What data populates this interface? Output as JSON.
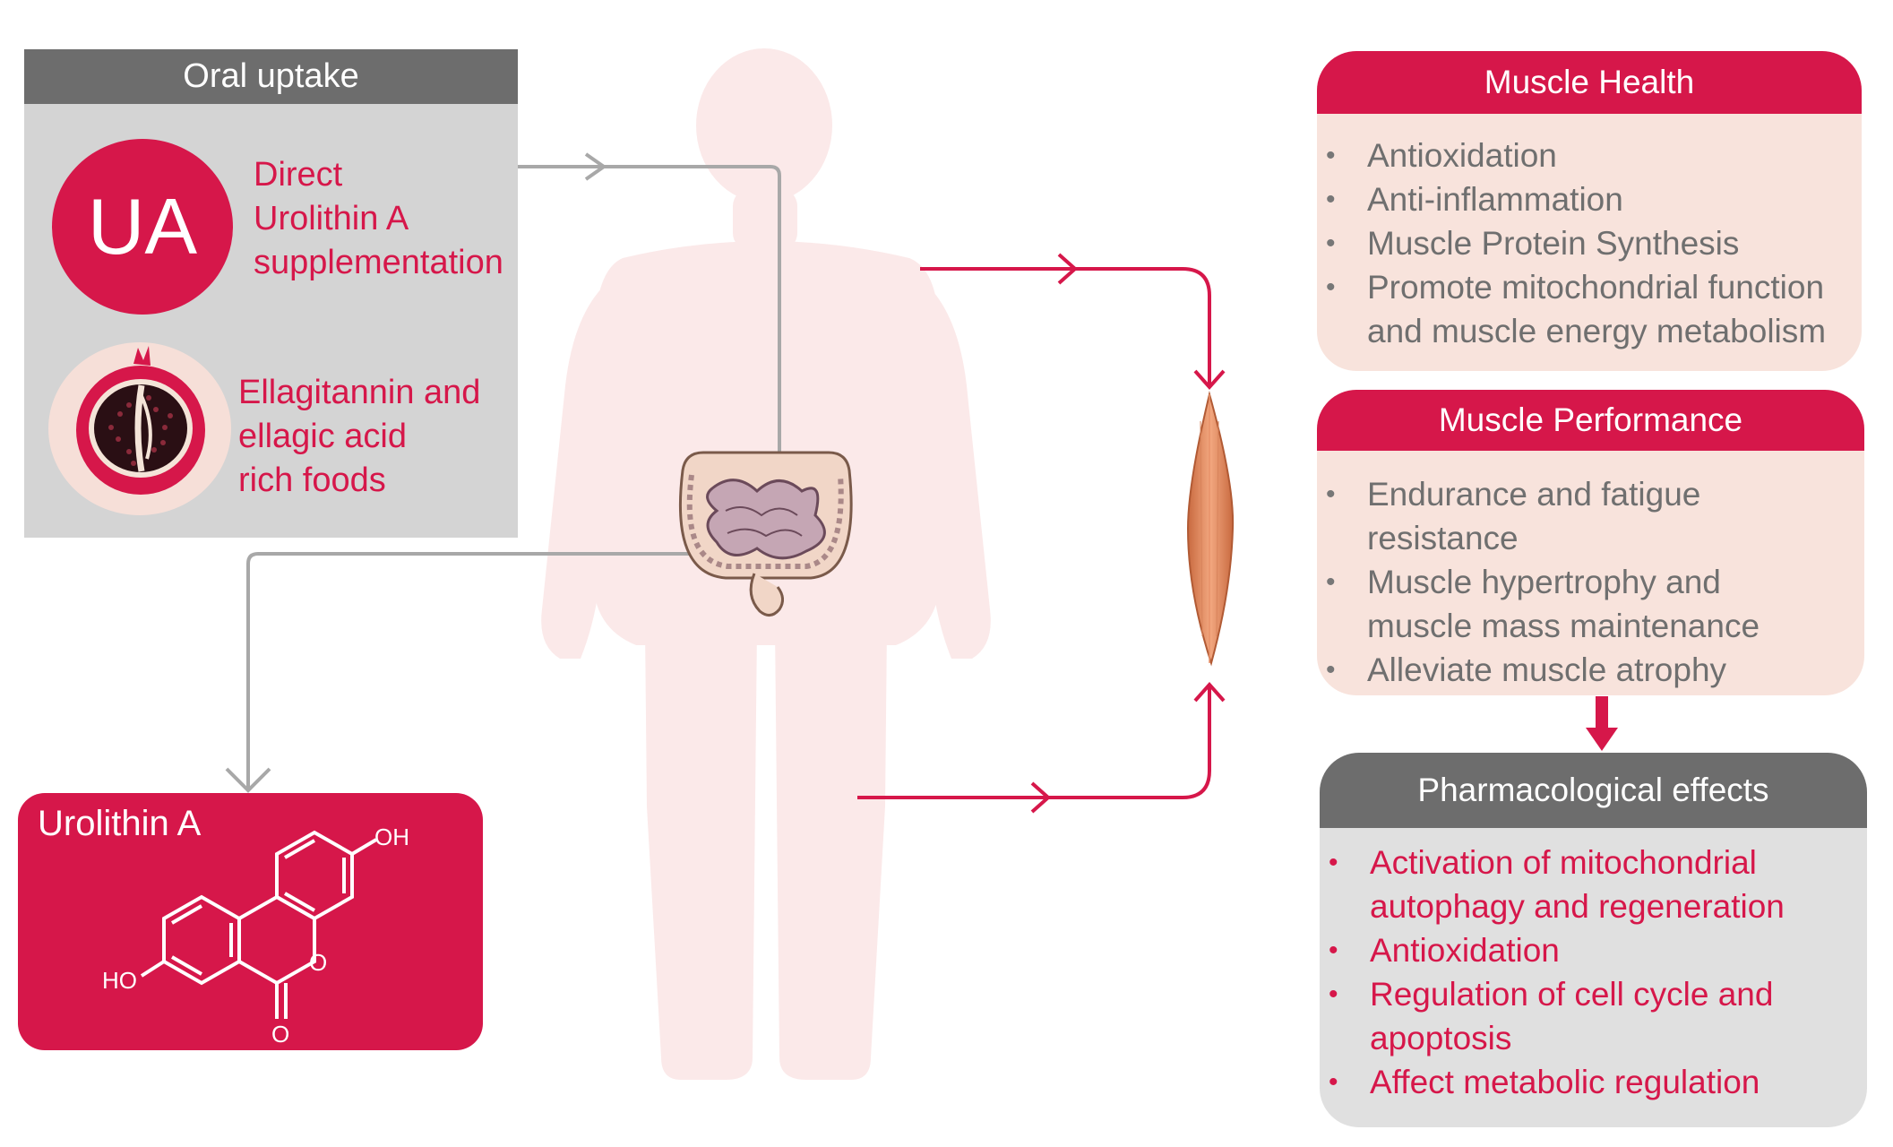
{
  "oral_uptake": {
    "title": "Oral uptake",
    "ua_logo": "UA",
    "direct_lines": [
      "Direct",
      "Urolithin A",
      "supplementation"
    ],
    "foods_lines": [
      "Ellagitannin and",
      "ellagic acid",
      "rich foods"
    ]
  },
  "urolithin_box": {
    "title": "Urolithin A",
    "labels": {
      "oh": "OH",
      "ho": "HO",
      "o_ring": "O",
      "o_keto": "O"
    }
  },
  "muscle_health": {
    "title": "Muscle Health",
    "lines": [
      "Antioxidation",
      "Anti-inflammation",
      "Muscle Protein Synthesis",
      "Promote mitochondrial function",
      "and muscle energy metabolism"
    ],
    "bullets": [
      true,
      true,
      true,
      true,
      false
    ]
  },
  "muscle_performance": {
    "title": "Muscle Performance",
    "lines": [
      "Endurance and fatigue",
      "resistance",
      "Muscle hypertrophy and",
      "muscle mass maintenance",
      "Alleviate muscle atrophy"
    ],
    "bullets": [
      true,
      false,
      true,
      false,
      true
    ]
  },
  "pharmacological_effects": {
    "title": "Pharmacological effects",
    "lines": [
      "Activation of mitochondrial",
      "autophagy and regeneration",
      "Antioxidation",
      "Regulation of cell cycle and",
      "apoptosis",
      "Affect metabolic regulation"
    ],
    "bullets": [
      true,
      false,
      true,
      true,
      false,
      true
    ]
  },
  "colors": {
    "accent": "#d6174a",
    "grey_header": "#6d6d6d",
    "card_bg": "#f8e3dc",
    "silhouette": "#fbe9e9"
  },
  "icons": [
    "human-silhouette",
    "intestine-icon",
    "muscle-icon",
    "pomegranate-icon"
  ]
}
